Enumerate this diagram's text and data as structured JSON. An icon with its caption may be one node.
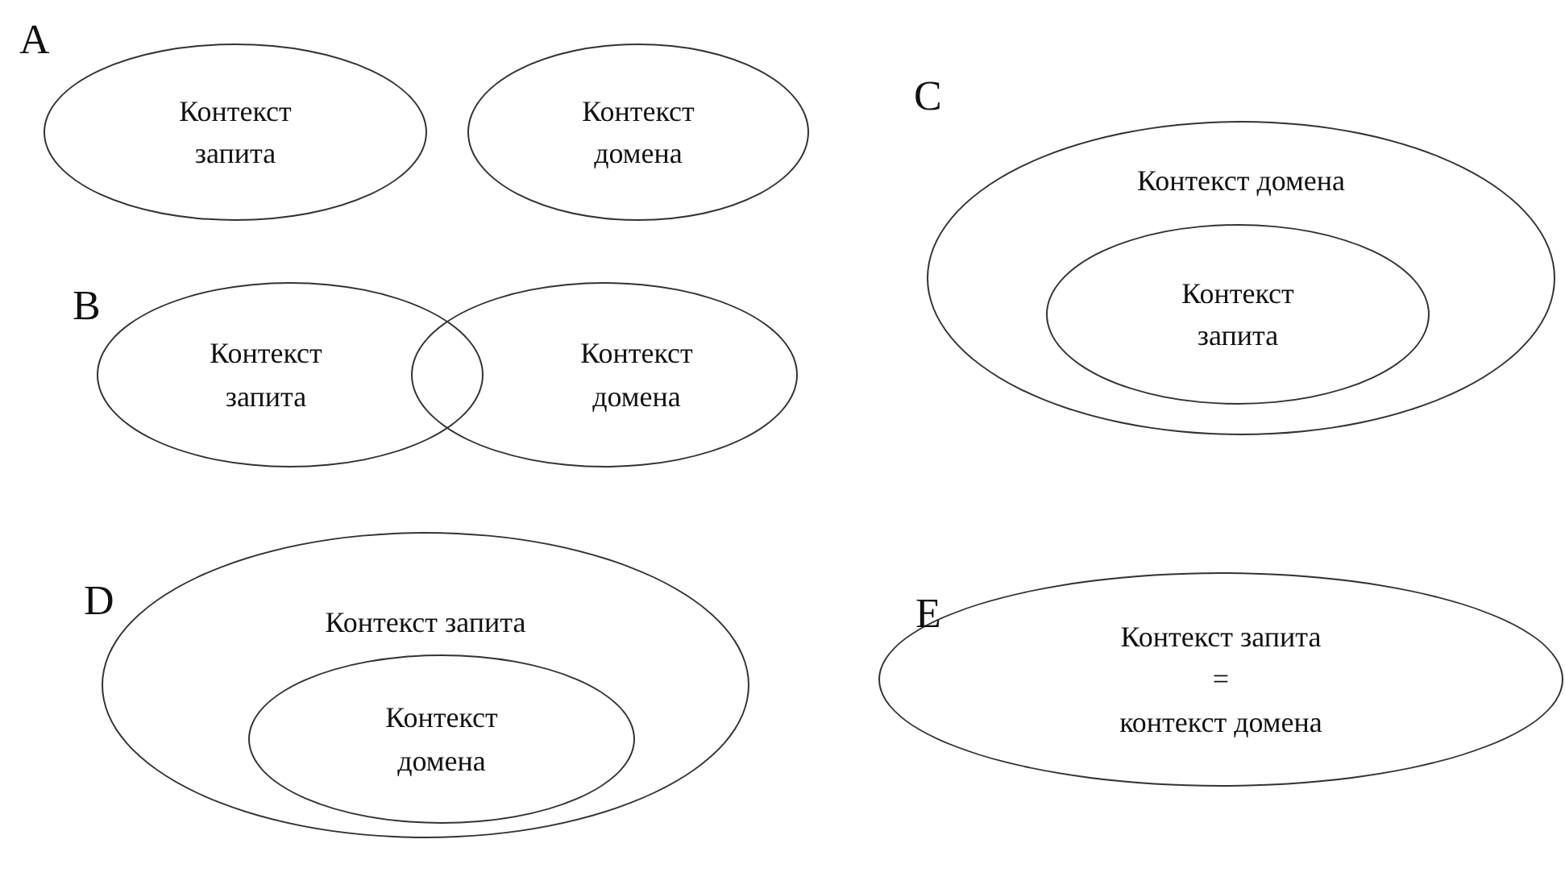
{
  "diagram": {
    "nodes": [
      {
        "text": [
          "Контекст запита"
        ]
      },
      {
        "text": [
          "Контекст домена"
        ]
      },
      {
        "text": [
          "Контекст запита"
        ]
      },
      {
        "text": [
          "Контекст домена"
        ]
      },
      {
        "text": [
          "Контекст домена"
        ]
      },
      {
        "text": [
          "Контекст запита"
        ],
        "in": 4
      },
      {
        "text": [
          "Контекст запита"
        ]
      },
      {
        "text": [
          "Контекст домена"
        ],
        "in": 6
      },
      {
        "text": [
          "Контекст запита",
          "=",
          "контекст домена"
        ]
      }
    ],
    "labels": [
      "A",
      "B",
      "C",
      "D",
      "E"
    ]
  }
}
